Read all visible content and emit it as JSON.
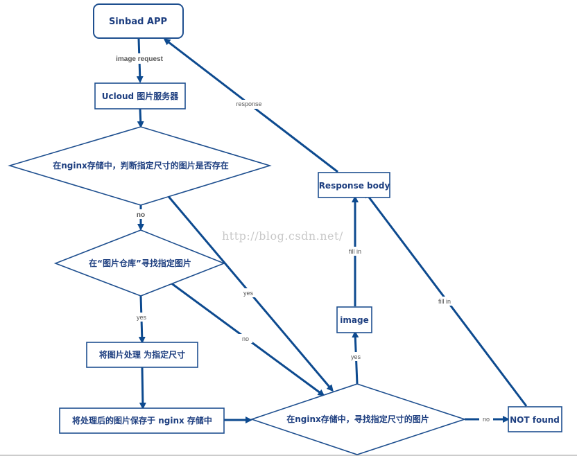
{
  "nodes": {
    "app": "Sinbad APP",
    "ucloud": "Ucloud 图片服务器",
    "check_nginx": "在nginx存储中，判断指定尺寸的图片是否存在",
    "find_repo": "在“图片仓库”寻找指定图片",
    "process": "将图片处理 为指定尺寸",
    "save_nginx": "将处理后的图片保存于 nginx 存储中",
    "find_nginx": "在nginx存储中，寻找指定尺寸的图片",
    "image": "image",
    "response_body": "Response body",
    "not_found": "NOT found"
  },
  "edges": {
    "image_request": "image request",
    "response": "response",
    "no_1": "no",
    "yes_1": "yes",
    "yes_2": "yes",
    "no_2": "no",
    "yes_3": "yes",
    "fill_in_1": "fill in",
    "fill_in_2": "fill in",
    "no_3": "no"
  },
  "watermark": "http://blog.csdn.net/",
  "colors": {
    "line": "#0d4a8f",
    "text": "#1e3f80",
    "border": "#1e4f8f"
  }
}
